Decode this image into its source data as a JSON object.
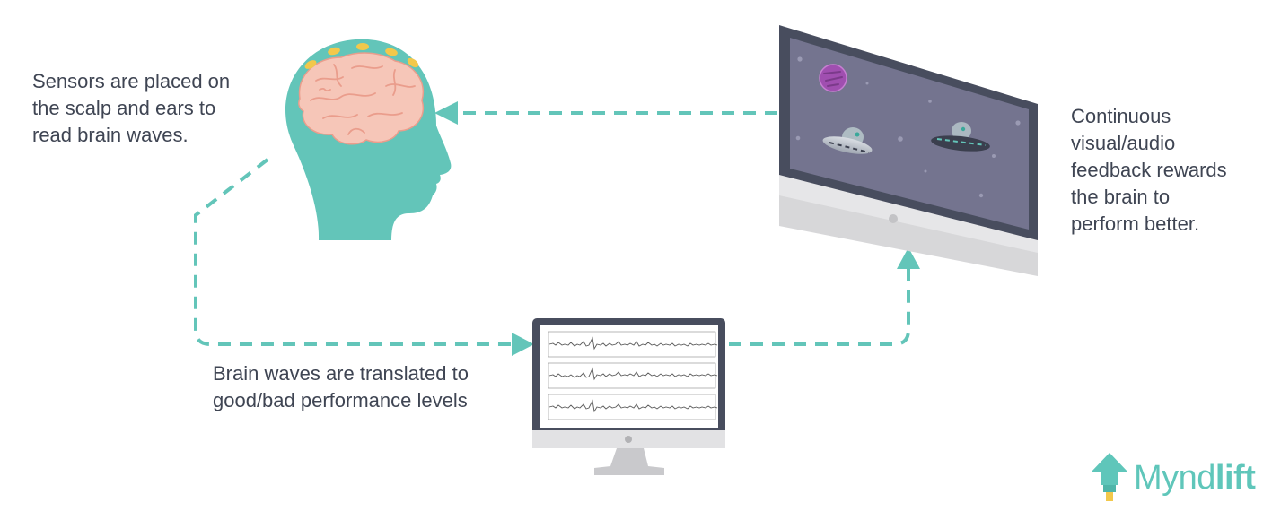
{
  "captions": {
    "sensors": [
      "Sensors are placed on",
      "the scalp and ears to",
      "read brain waves."
    ],
    "feedback": [
      "Continuous",
      "visual/audio",
      "feedback rewards",
      "the brain to",
      "perform better."
    ],
    "translate": [
      "Brain waves are translated to",
      "good/bad performance levels"
    ]
  },
  "logo": {
    "name_regular": "Mynd",
    "name_bold": "lift"
  },
  "colors": {
    "teal": "#63c5b9",
    "brain": "#f6c6b8",
    "sensor": "#f2c84b",
    "monitor_frame": "#484d5e",
    "screen": "#74748f",
    "stand": "#d7d7d9"
  }
}
